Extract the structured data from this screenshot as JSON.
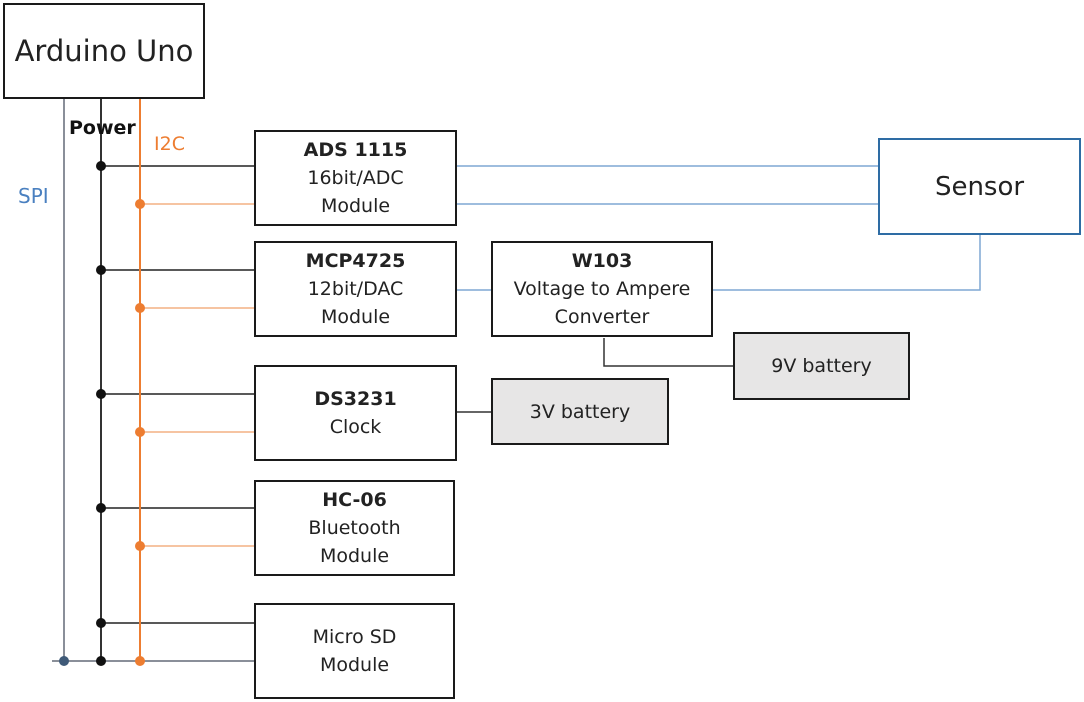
{
  "colors": {
    "spi": "#4a80c0",
    "power": "#1a1a1a",
    "i2c": "#ed7d31",
    "signal": "#7fa7d4",
    "battery_fill": "#e7e6e6",
    "sensor_border": "#2e6ca4"
  },
  "nodes": {
    "arduino": {
      "label": "Arduino Uno"
    },
    "ads": {
      "title": "ADS 1115",
      "line2": "16bit/ADC",
      "line3": "Module"
    },
    "mcp": {
      "title": "MCP4725",
      "line2": "12bit/DAC",
      "line3": "Module"
    },
    "ds": {
      "title": "DS3231",
      "line2": "Clock"
    },
    "hc": {
      "title": "HC-06",
      "line2": "Bluetooth",
      "line3": "Module"
    },
    "sd": {
      "line1": "Micro SD",
      "line2": "Module"
    },
    "w103": {
      "title": "W103",
      "line2": "Voltage to Ampere",
      "line3": "Converter"
    },
    "sensor": {
      "label": "Sensor"
    },
    "bat9": {
      "label": "9V battery"
    },
    "bat3": {
      "label": "3V battery"
    }
  },
  "bus_labels": {
    "spi": "SPI",
    "power": "Power",
    "i2c": "I2C"
  }
}
